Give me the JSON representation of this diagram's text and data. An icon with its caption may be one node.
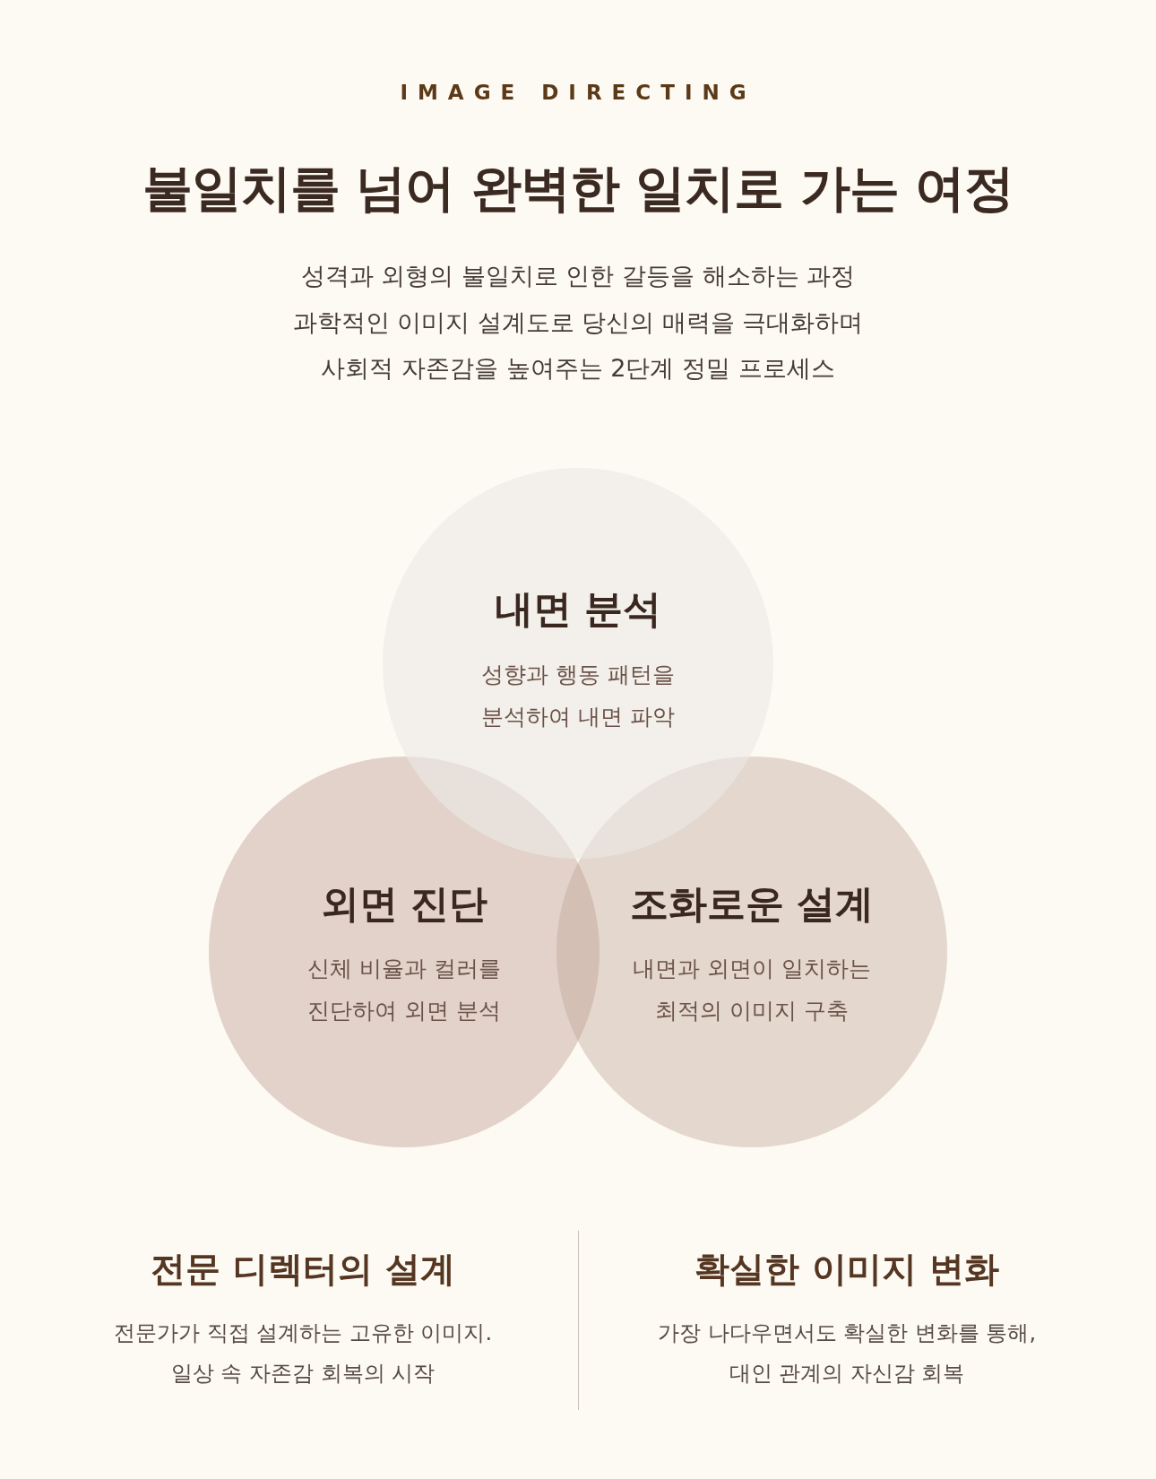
{
  "diagram": {
    "title": "불일치를 넘어 완벽한 일치로 가는 여정",
    "nodes": [
      {
        "text": [
          "내면 분석",
          "성향과 행동 패턴을 분석하여 내면 파악"
        ]
      },
      {
        "text": [
          "외면 진단",
          "신체 비율과 컬러를 진단하여 외면 분석"
        ]
      },
      {
        "text": [
          "조화로운 설계",
          "내면과 외면이 일치하는 최적의 이미지 구축"
        ]
      }
    ],
    "edges": [],
    "labels": [
      "IMAGE DIRECTING",
      "성격과 외형의 불일치로 인한 갈등을 해소하는 과정 과학적인 이미지 설계도로 당신의 매력을 극대화하며 사회적 자존감을 높여주는 2단계 정밀 프로세스",
      "전문 디렉터의 설계",
      "전문가가 직접 설계하는 고유한 이미지. 일상 속 자존감 회복의 시작",
      "확실한 이미지 변화",
      "가장 나다우면서도 확실한 변화를 통해, 대인 관계의 자신감 회복"
    ]
  }
}
